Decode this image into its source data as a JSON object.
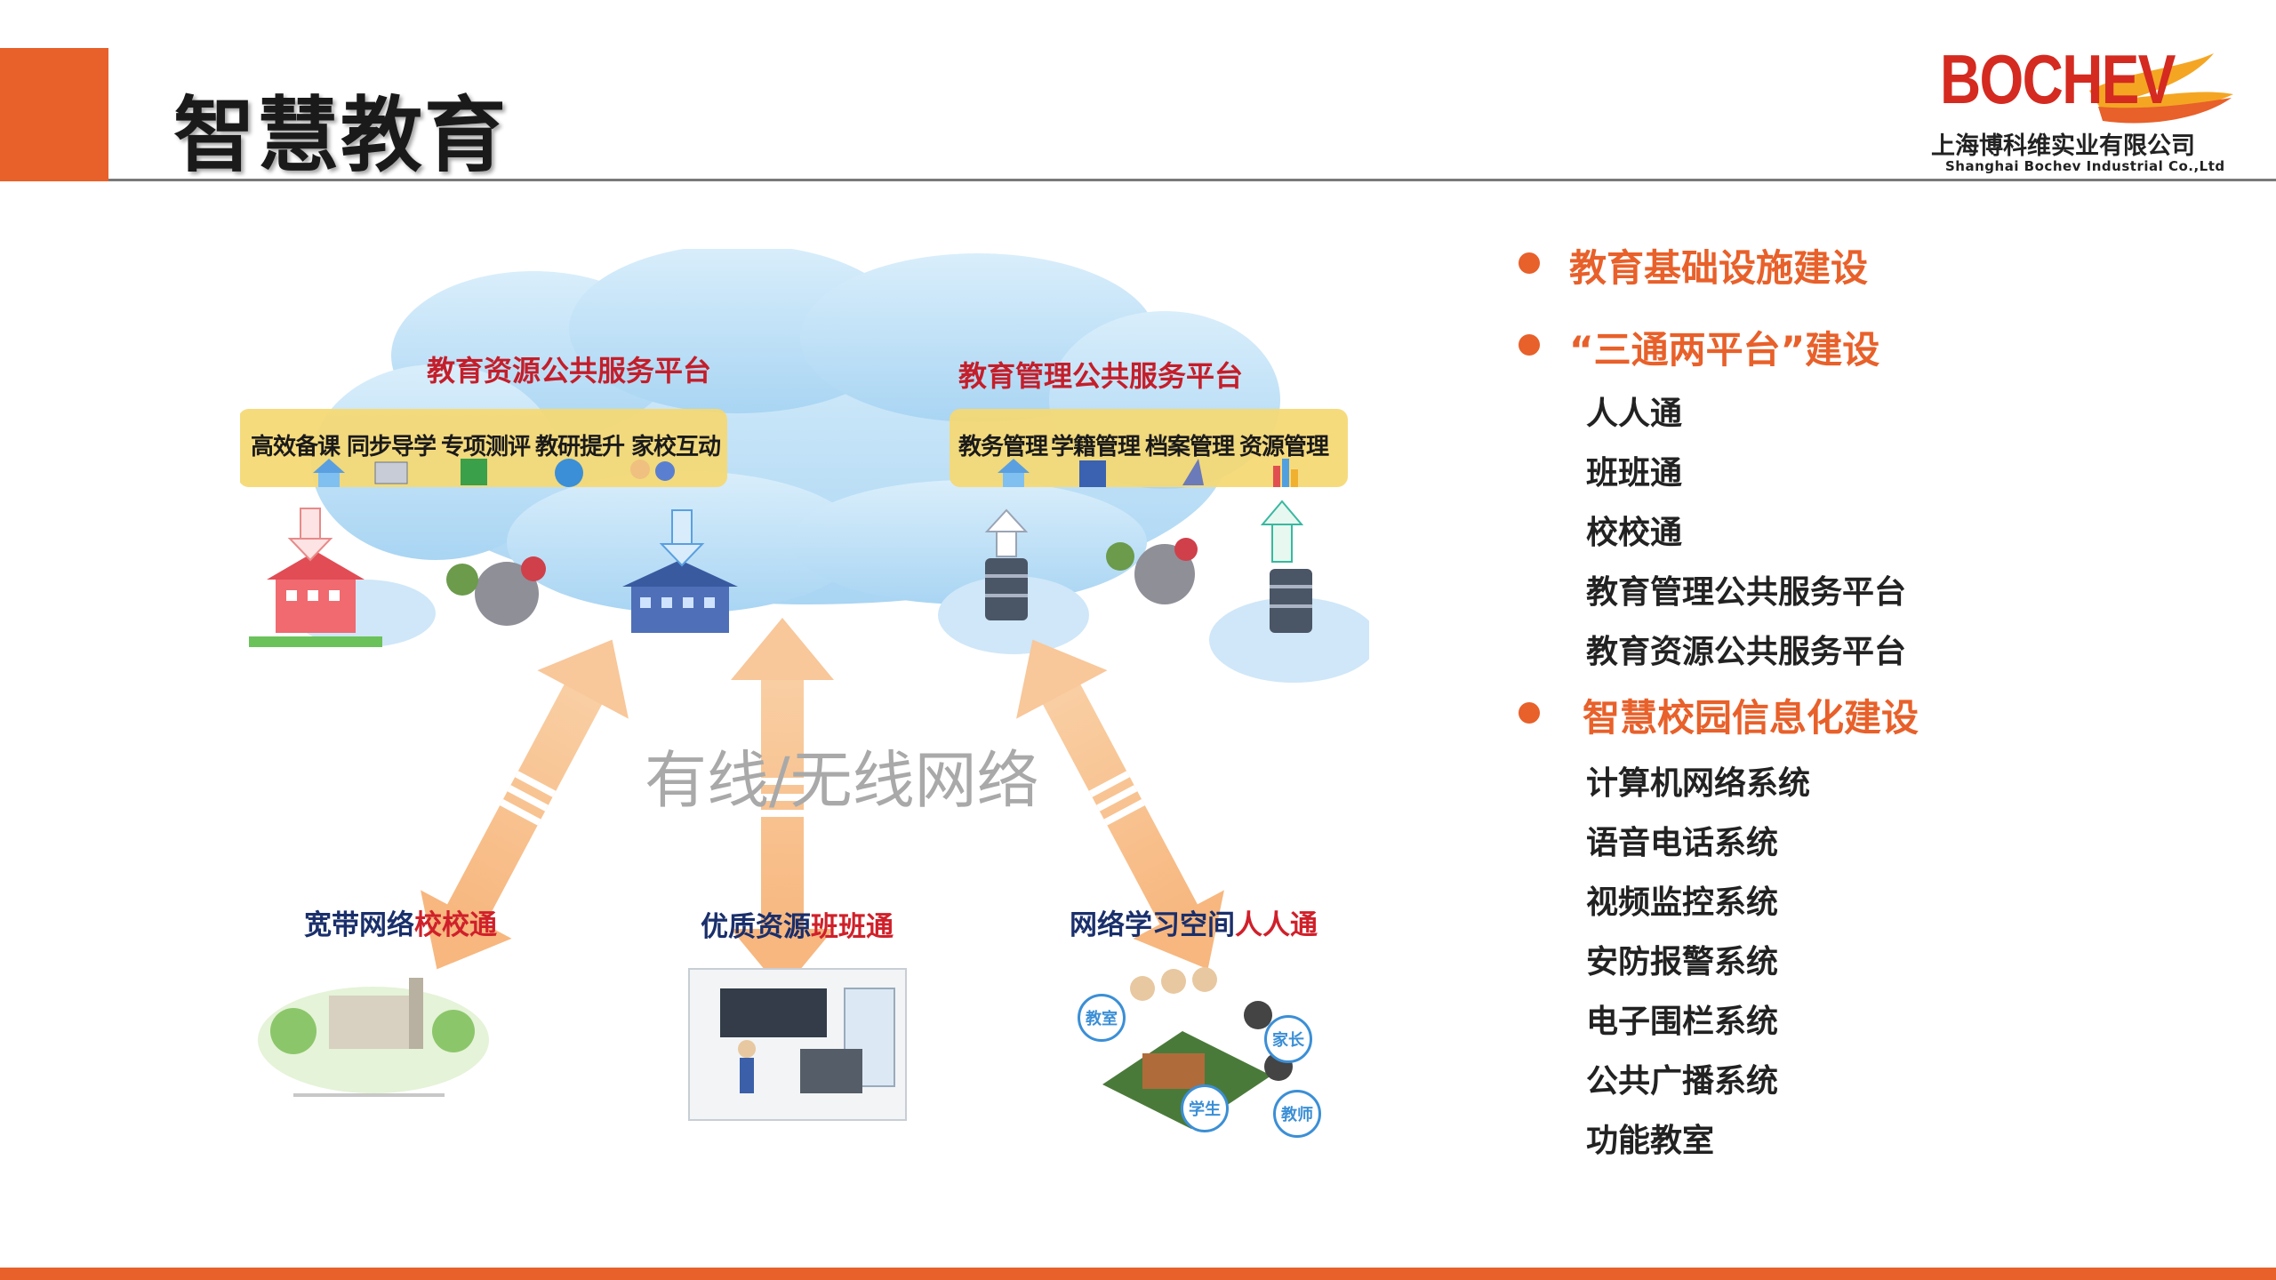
{
  "header": {
    "title": "智慧教育"
  },
  "logo": {
    "wordmark": "BOCHEV",
    "company_cn": "上海博科维实业有限公司",
    "company_en": "Shanghai Bochev Industrial Co.,Ltd"
  },
  "diagram": {
    "left_platform": {
      "title": "教育资源公共服务平台",
      "tabs": [
        "高效备课",
        "同步导学",
        "专项测评",
        "教研提升",
        "家校互动"
      ]
    },
    "right_platform": {
      "title": "教育管理公共服务平台",
      "tabs": [
        "教务管理",
        "学籍管理",
        "档案管理",
        "资源管理"
      ]
    },
    "network_label": "有线/无线网络",
    "bottom": [
      {
        "prefix": "宽带网络",
        "highlight": "校校通"
      },
      {
        "prefix": "优质资源",
        "highlight": "班班通"
      },
      {
        "prefix": "网络学习空间",
        "highlight": "人人通"
      }
    ],
    "role_badges": [
      "教室",
      "家长",
      "学生",
      "教师"
    ]
  },
  "list": {
    "bullet1": "教育基础设施建设",
    "bullet2": "“三通两平台”建设",
    "bullet2_items": [
      "人人通",
      "班班通",
      "校校通",
      "教育管理公共服务平台",
      "教育资源公共服务平台"
    ],
    "bullet3": "智慧校园信息化建设",
    "bullet3_items": [
      "计算机网络系统",
      "语音电话系统",
      "视频监控系统",
      "安防报警系统",
      "电子围栏系统",
      "公共广播系统",
      "功能教室"
    ]
  },
  "colors": {
    "accent": "#e8602a",
    "cloud": "#bfe0f7",
    "tab_band": "#f5d872",
    "arrow": "#f8c79a",
    "highlight_red": "#d0202a"
  }
}
